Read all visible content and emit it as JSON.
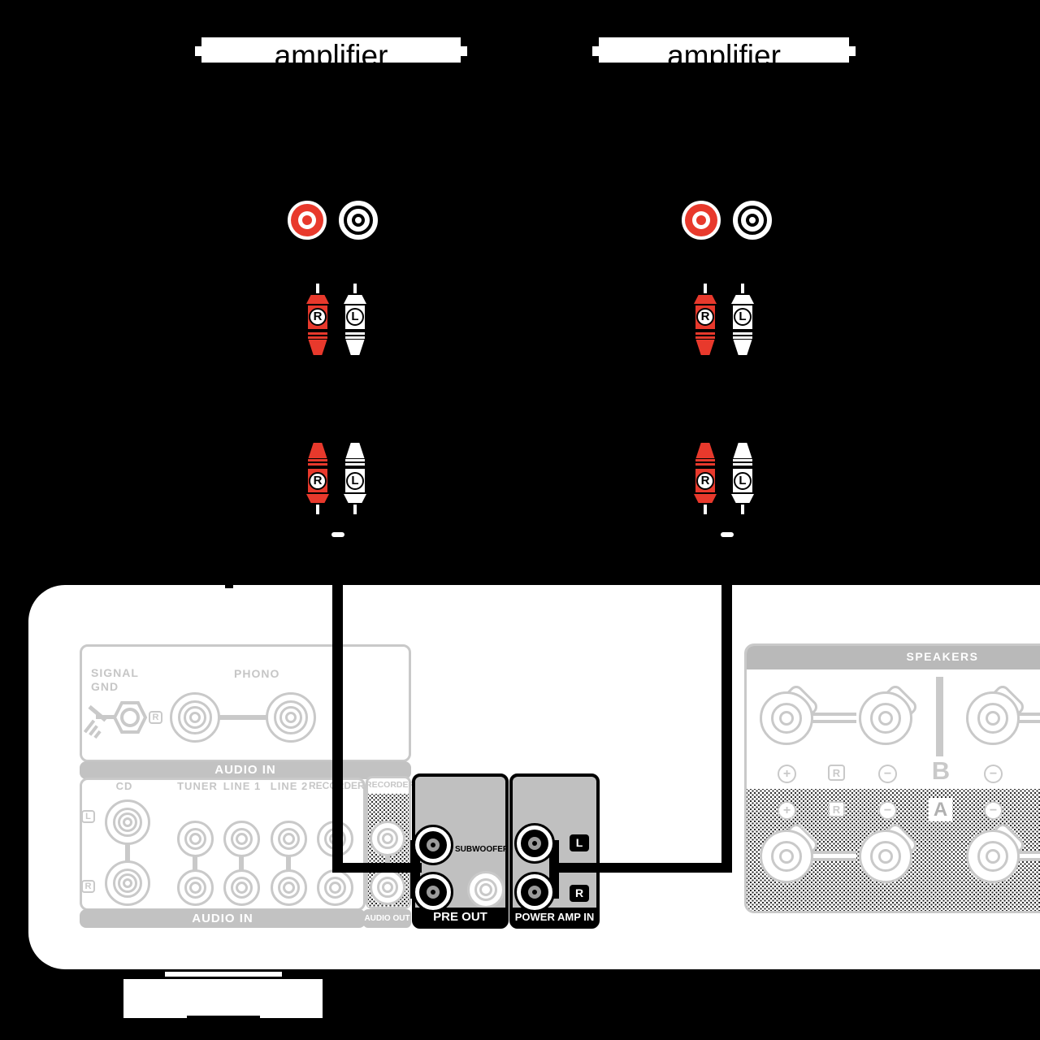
{
  "labels": {
    "amplifier_left": "amplifier",
    "amplifier_right": "amplifier"
  },
  "plugs": {
    "r": "R",
    "l": "L"
  },
  "phono_panel": {
    "signal_gnd": "SIGNAL\nGND",
    "r_badge": "R",
    "title": "PHONO",
    "band": "AUDIO IN"
  },
  "audio_in_panel": {
    "columns": [
      "CD",
      "TUNER",
      "LINE 1",
      "LINE 2",
      "RECORDER"
    ],
    "l_badge": "L",
    "r_badge": "R",
    "band": "AUDIO IN"
  },
  "recorder_panel": {
    "title": "RECORDER",
    "band": "AUDIO OUT"
  },
  "pre_out_panel": {
    "subwoofer": "SUBWOOFER",
    "band": "PRE OUT"
  },
  "power_amp_panel": {
    "l_badge": "L",
    "r_badge": "R",
    "band": "POWER AMP IN"
  },
  "speakers_panel": {
    "title": "SPEAKERS",
    "plus": "+",
    "minus": "−",
    "r_badge": "R",
    "b_label": "B",
    "a_label": "A"
  },
  "colors": {
    "red": "#e8392c",
    "outline_gray": "#c9c9c9",
    "band_gray": "#c2c2c2",
    "panel_gray": "#c0c0c0",
    "background": "#000000"
  }
}
